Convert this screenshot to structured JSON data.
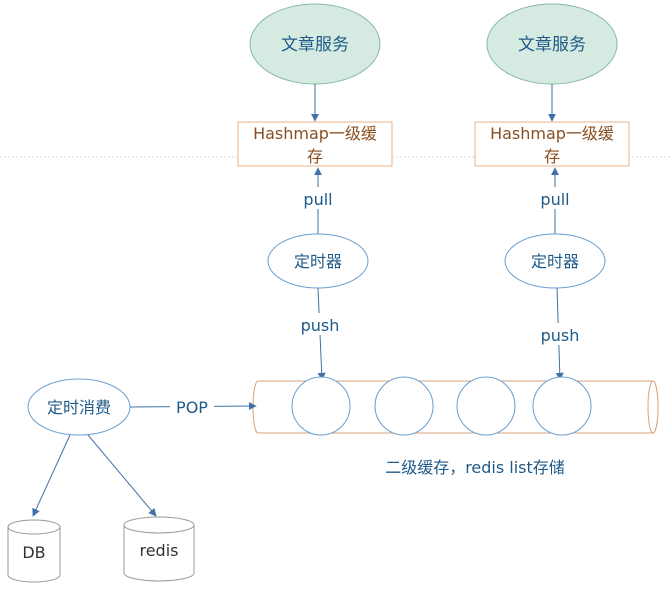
{
  "article_service_left": "文章服务",
  "article_service_right": "文章服务",
  "hashmap_cache_left": {
    "line1": "Hashmap一级缓",
    "line2": "存"
  },
  "hashmap_cache_right": {
    "line1": "Hashmap一级缓",
    "line2": "存"
  },
  "pull_left": "pull",
  "pull_right": "pull",
  "timer_left": "定时器",
  "timer_right": "定时器",
  "push_left": "push",
  "push_right": "push",
  "consumer": "定时消费",
  "pop_label": "POP",
  "queue_caption": "二级缓存，redis list存储",
  "db_label": "DB",
  "redis_label": "redis",
  "colors": {
    "service_fill": "#d5ebe1",
    "service_stroke": "#86b9a4",
    "cache_stroke": "#e8b68a",
    "cache_text": "#8a4f20",
    "edge": "#3f72a6",
    "text_blue": "#1f5a88",
    "node_stroke": "#6a9fd0",
    "queue_stroke": "#d9a37d"
  }
}
